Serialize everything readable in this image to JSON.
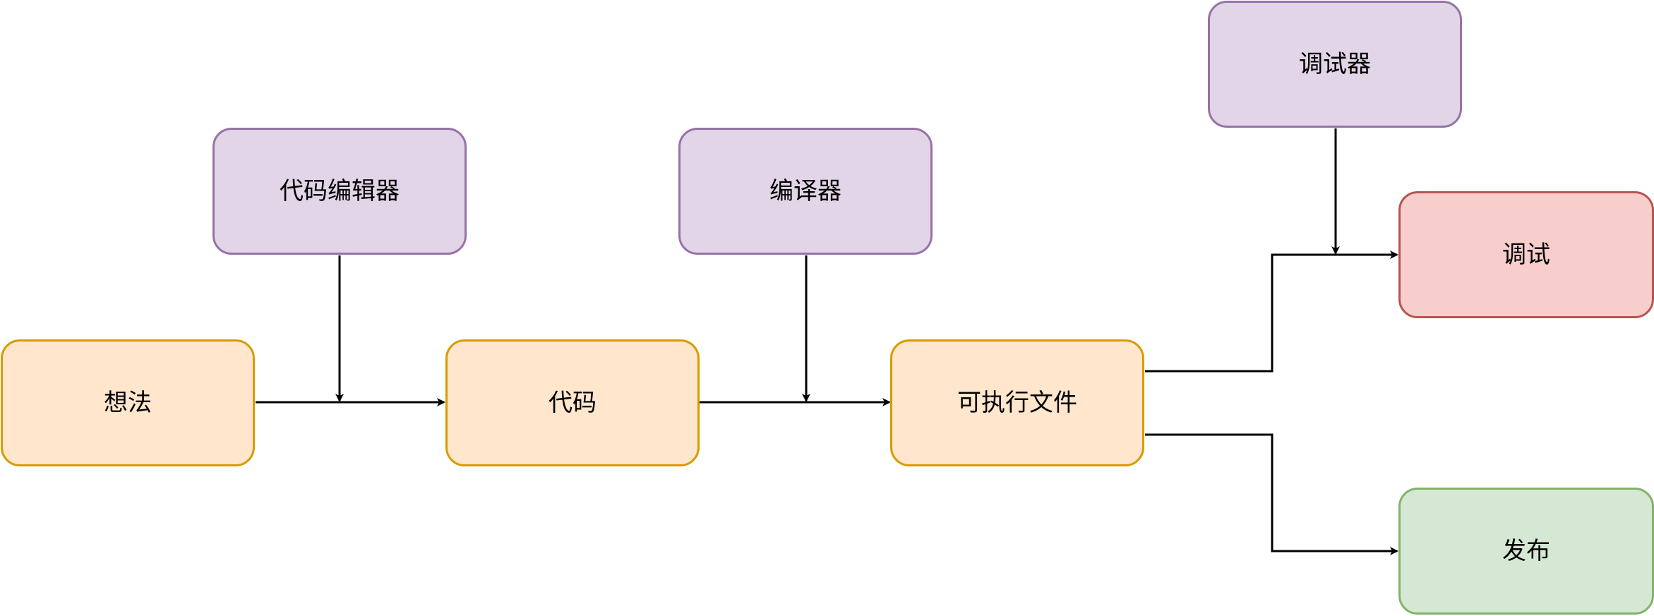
{
  "diagram": {
    "nodes": {
      "idea": {
        "label": "想法"
      },
      "code": {
        "label": "代码"
      },
      "executable": {
        "label": "可执行文件"
      },
      "code_editor": {
        "label": "代码编辑器"
      },
      "compiler": {
        "label": "编译器"
      },
      "debugger": {
        "label": "调试器"
      },
      "debug": {
        "label": "调试"
      },
      "release": {
        "label": "发布"
      }
    },
    "colors": {
      "tool_fill": "#e1d5e7",
      "tool_stroke": "#9673a6",
      "step_fill": "#ffe6cc",
      "step_stroke": "#d79b00",
      "debug_fill": "#f8cecc",
      "debug_stroke": "#b85450",
      "release_fill": "#d5e8d4",
      "release_stroke": "#82b366",
      "edge": "#000000"
    }
  }
}
